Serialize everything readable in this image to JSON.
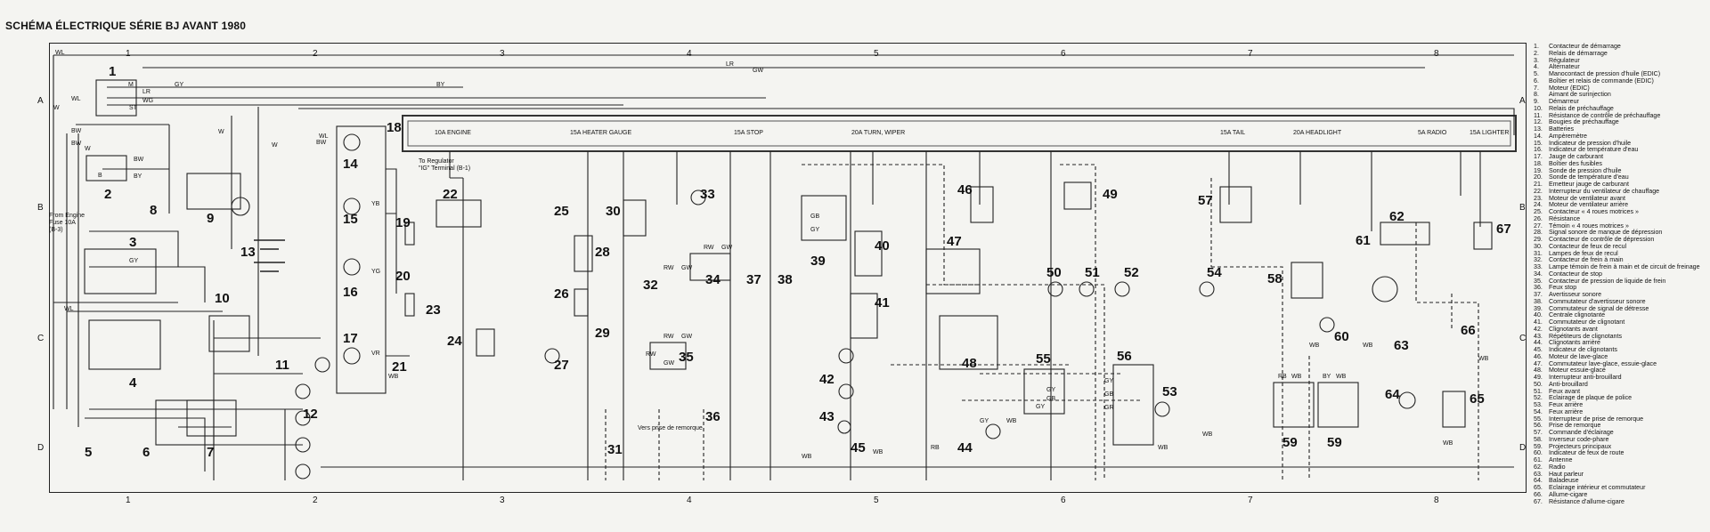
{
  "title": "SCHÉMA ÉLECTRIQUE SÉRIE BJ AVANT 1980",
  "grid": {
    "columns_top": [
      "1",
      "2",
      "3",
      "4",
      "5",
      "6",
      "7",
      "8"
    ],
    "columns_bottom": [
      "1",
      "2",
      "3",
      "4",
      "5",
      "6",
      "7",
      "8"
    ],
    "rows_left": [
      "A",
      "B",
      "C",
      "D"
    ],
    "rows_right": [
      "A",
      "B",
      "C",
      "D"
    ]
  },
  "fuses": [
    {
      "amp": "10A",
      "name": "ENGINE"
    },
    {
      "amp": "15A",
      "name": "HEATER GAUGE"
    },
    {
      "amp": "15A",
      "name": "STOP"
    },
    {
      "amp": "20A",
      "name": "TURN, WIPER"
    },
    {
      "amp": "15A",
      "name": "TAIL"
    },
    {
      "amp": "20A",
      "name": "HEADLIGHT"
    },
    {
      "amp": "5A",
      "name": "RADIO"
    },
    {
      "amp": "15A",
      "name": "LIGHTER"
    }
  ],
  "annotations": {
    "regulator": "To Regulator",
    "regulator_terminal": "\"IG\" Terminal (B-1)",
    "engine_fuse": "From Engine",
    "engine_fuse_2": "Fuse 10A",
    "engine_fuse_3": "(B-3)",
    "reverse_switch": "Vers prise de remorque"
  },
  "component_numbers": [
    "1",
    "2",
    "3",
    "4",
    "5",
    "6",
    "7",
    "8",
    "9",
    "10",
    "11",
    "12",
    "13",
    "14",
    "15",
    "16",
    "17",
    "18",
    "19",
    "20",
    "21",
    "22",
    "23",
    "24",
    "25",
    "26",
    "27",
    "28",
    "29",
    "30",
    "31",
    "32",
    "33",
    "34",
    "35",
    "36",
    "37",
    "38",
    "39",
    "40",
    "41",
    "42",
    "43",
    "44",
    "45",
    "46",
    "47",
    "48",
    "49",
    "50",
    "51",
    "52",
    "53",
    "54",
    "55",
    "56",
    "57",
    "58",
    "59",
    "59",
    "60",
    "61",
    "62",
    "63",
    "64",
    "65",
    "66",
    "67"
  ],
  "wire_codes": [
    "WL",
    "LR",
    "BY",
    "WL",
    "M",
    "LR",
    "W",
    "WG",
    "ST",
    "GY",
    "GW",
    "B",
    "W",
    "BW",
    "BW",
    "BY",
    "BW",
    "GY",
    "W",
    "BW",
    "WL",
    "W",
    "WL",
    "YB",
    "YG",
    "VR",
    "WB",
    "RW",
    "GW",
    "RW",
    "GW",
    "RW",
    "GW",
    "RW",
    "GW",
    "GB",
    "GY",
    "GY",
    "GB",
    "GY",
    "GY",
    "GB",
    "GR",
    "GY",
    "WB",
    "RB",
    "WB",
    "RB",
    "WB",
    "BY",
    "WB",
    "WB",
    "WB",
    "WB",
    "WB",
    "WB",
    "WB",
    "WB"
  ],
  "legend": [
    {
      "n": "1.",
      "t": "Contacteur de démarrage"
    },
    {
      "n": "2.",
      "t": "Relais de démarrage"
    },
    {
      "n": "3.",
      "t": "Régulateur"
    },
    {
      "n": "4.",
      "t": "Alternateur"
    },
    {
      "n": "5.",
      "t": "Manocontact de pression d'huile (EDIC)"
    },
    {
      "n": "6.",
      "t": "Boîtier et relais de commande (EDIC)"
    },
    {
      "n": "7.",
      "t": "Moteur (EDIC)"
    },
    {
      "n": "8.",
      "t": "Aimant de surinjection"
    },
    {
      "n": "9.",
      "t": "Démarreur"
    },
    {
      "n": "10.",
      "t": "Relais de préchauffage"
    },
    {
      "n": "11.",
      "t": "Résistance de contrôle de préchauffage"
    },
    {
      "n": "12.",
      "t": "Bougies de préchauffage"
    },
    {
      "n": "13.",
      "t": "Batteries"
    },
    {
      "n": "14.",
      "t": "Ampèremètre"
    },
    {
      "n": "15.",
      "t": "Indicateur de pression d'huile"
    },
    {
      "n": "16.",
      "t": "Indicateur de température d'eau"
    },
    {
      "n": "17.",
      "t": "Jauge de carburant"
    },
    {
      "n": "18.",
      "t": "Boîtier des fusibles"
    },
    {
      "n": "19.",
      "t": "Sonde de pression d'huile"
    },
    {
      "n": "20.",
      "t": "Sonde de température d'eau"
    },
    {
      "n": "21.",
      "t": "Emetteur jauge de carburant"
    },
    {
      "n": "22.",
      "t": "Interrupteur du ventilateur de chauffage"
    },
    {
      "n": "23.",
      "t": "Moteur de ventilateur avant"
    },
    {
      "n": "24.",
      "t": "Moteur de ventilateur arrière"
    },
    {
      "n": "25.",
      "t": "Contacteur « 4 roues motrices »"
    },
    {
      "n": "26.",
      "t": "Résistance"
    },
    {
      "n": "27.",
      "t": "Témoin « 4 roues motrices »"
    },
    {
      "n": "28.",
      "t": "Signal sonore de manque de dépression"
    },
    {
      "n": "29.",
      "t": "Contacteur de contrôle de dépression"
    },
    {
      "n": "30.",
      "t": "Contacteur de feux de recul"
    },
    {
      "n": "31.",
      "t": "Lampes de feux de recul"
    },
    {
      "n": "32.",
      "t": "Contacteur de frein à main"
    },
    {
      "n": "33.",
      "t": "Lampe témoin de frein à main et de circuit de freinage"
    },
    {
      "n": "34.",
      "t": "Contacteur de stop"
    },
    {
      "n": "35.",
      "t": "Contacteur de pression de liquide de frein"
    },
    {
      "n": "36.",
      "t": "Feux stop"
    },
    {
      "n": "37.",
      "t": "Avertisseur sonore"
    },
    {
      "n": "38.",
      "t": "Commutateur d'avertisseur sonore"
    },
    {
      "n": "39.",
      "t": "Commutateur de signal de détresse"
    },
    {
      "n": "40.",
      "t": "Centrale clignotante"
    },
    {
      "n": "41.",
      "t": "Commutateur de clignotant"
    },
    {
      "n": "42.",
      "t": "Clignotants avant"
    },
    {
      "n": "43.",
      "t": "Répétiteurs de clignotants"
    },
    {
      "n": "44.",
      "t": "Clignotants arrière"
    },
    {
      "n": "45.",
      "t": "Indicateur de clignotants"
    },
    {
      "n": "46.",
      "t": "Moteur de lave-glace"
    },
    {
      "n": "47.",
      "t": "Commutateur lave-glace, essuie-glace"
    },
    {
      "n": "48.",
      "t": "Moteur essuie-glace"
    },
    {
      "n": "49.",
      "t": "Interrupteur anti-brouillard"
    },
    {
      "n": "50.",
      "t": "Anti-brouillard"
    },
    {
      "n": "51.",
      "t": "Feux avant"
    },
    {
      "n": "52.",
      "t": "Eclairage de plaque de police"
    },
    {
      "n": "53.",
      "t": "Feux arrière"
    },
    {
      "n": "54.",
      "t": "Feux arrière"
    },
    {
      "n": "55.",
      "t": "Interrupteur de prise de remorque"
    },
    {
      "n": "56.",
      "t": "Prise de remorque"
    },
    {
      "n": "57.",
      "t": "Commande d'éclairage"
    },
    {
      "n": "58.",
      "t": "Inverseur code-phare"
    },
    {
      "n": "59.",
      "t": "Projecteurs principaux"
    },
    {
      "n": "60.",
      "t": "Indicateur de feux de route"
    },
    {
      "n": "61.",
      "t": "Antenne"
    },
    {
      "n": "62.",
      "t": "Radio"
    },
    {
      "n": "63.",
      "t": "Haut parleur"
    },
    {
      "n": "64.",
      "t": "Baladeuse"
    },
    {
      "n": "65.",
      "t": "Eclairage intérieur et commutateur"
    },
    {
      "n": "66.",
      "t": "Allume-cigare"
    },
    {
      "n": "67.",
      "t": "Résistance d'allume-cigare"
    }
  ]
}
